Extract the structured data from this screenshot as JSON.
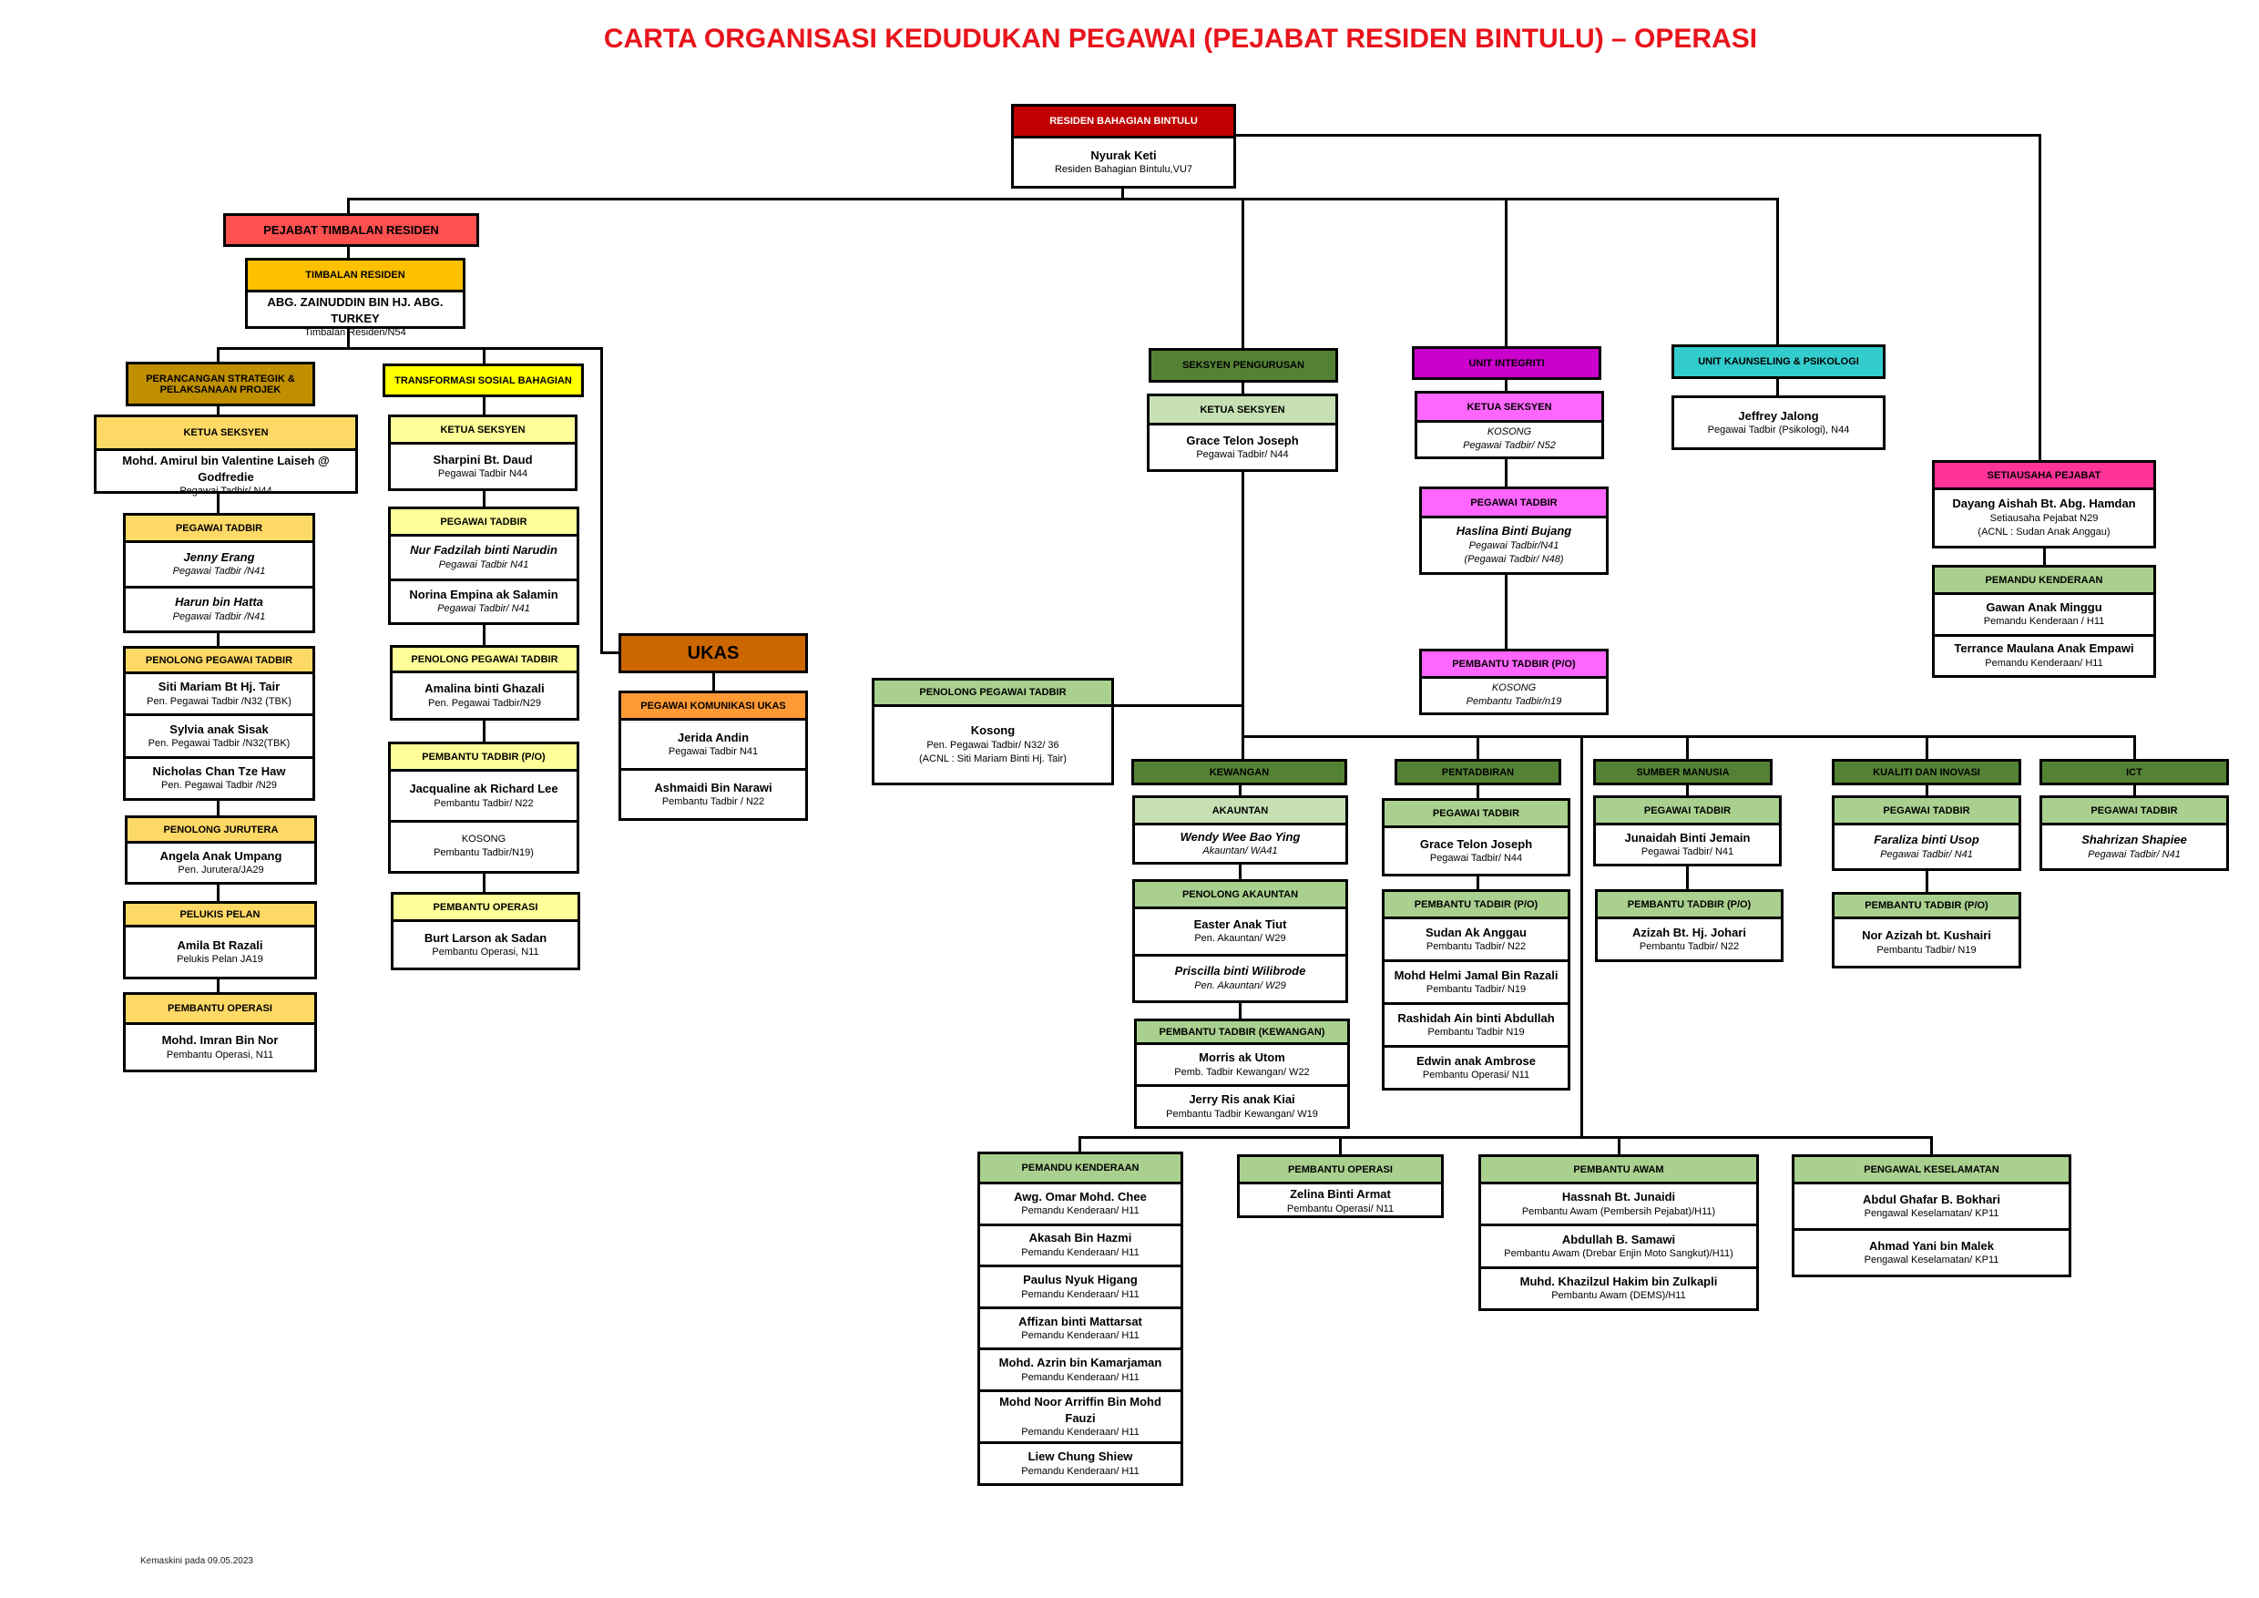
{
  "title": "CARTA ORGANISASI KEDUDUKAN PEGAWAI (PEJABAT RESIDEN BINTULU) – OPERASI",
  "footer": "Kemaskini pada 09.05.2023",
  "colors": {
    "title": "#e8141c",
    "resident": "#c00000",
    "pejabat_timbalan": "#ff5050",
    "timbalan": "#ffc000",
    "perancangan": "#bf8f00",
    "perancangan_sub": "#ffd966",
    "transformasi": "#ffff00",
    "transformasi_sub": "#ffff99",
    "ukas": "#cc6600",
    "ukas_sub": "#ff9933",
    "dept": "#548235",
    "green_sub": "#a9d08e",
    "akauntan": "#c6e0b4",
    "integriti": "#cc00cc",
    "integriti_sub": "#ff66ff",
    "kaunseling": "#33cccc",
    "setiausaha": "#ff3399"
  },
  "boxes": {
    "resident": {
      "header": "RESIDEN BAHAGIAN BINTULU",
      "color": "#c00000",
      "light": true,
      "people": [
        {
          "name": "Nyurak Keti",
          "title": "Residen Bahagian Bintulu,VU7"
        }
      ]
    },
    "pejabat_timbalan": {
      "header": "PEJABAT TIMBALAN RESIDEN",
      "color": "#ff5050",
      "people": []
    },
    "timbalan": {
      "header": "TIMBALAN RESIDEN",
      "color": "#ffc000",
      "people": [
        {
          "name": "ABG. ZAINUDDIN BIN HJ. ABG. TURKEY",
          "title": "Timbalan Residen/N54"
        }
      ]
    },
    "perancangan": {
      "header": "PERANCANGAN STRATEGIK & PELAKSANAAN PROJEK",
      "color": "#bf8f00",
      "people": []
    },
    "ps_ketua": {
      "header": "KETUA SEKSYEN",
      "color": "#ffd966",
      "people": [
        {
          "name": "Mohd. Amirul bin Valentine Laiseh @ Godfredie",
          "title": "Pegawai Tadbir/ N44"
        }
      ]
    },
    "ps_pt": {
      "header": "PEGAWAI TADBIR",
      "color": "#ffd966",
      "people": [
        {
          "name": "Jenny Erang",
          "title": "Pegawai Tadbir /N41",
          "em": "both"
        },
        {
          "name": "Harun bin Hatta",
          "title": "Pegawai Tadbir /N41",
          "em": "both"
        }
      ]
    },
    "ps_ppt": {
      "header": "PENOLONG PEGAWAI TADBIR",
      "color": "#ffd966",
      "people": [
        {
          "name": "Siti Mariam Bt Hj. Tair",
          "title": "Pen. Pegawai Tadbir /N32 (TBK)"
        },
        {
          "name": "Sylvia anak Sisak",
          "title": "Pen. Pegawai Tadbir /N32(TBK)"
        },
        {
          "name": "Nicholas Chan Tze Haw",
          "title": "Pen. Pegawai Tadbir /N29"
        }
      ]
    },
    "ps_pj": {
      "header": "PENOLONG JURUTERA",
      "color": "#ffd966",
      "people": [
        {
          "name": "Angela Anak Umpang",
          "title": "Pen. Jurutera/JA29"
        }
      ]
    },
    "ps_pp": {
      "header": "PELUKIS PELAN",
      "color": "#ffd966",
      "people": [
        {
          "name": "Amila Bt Razali",
          "title": "Pelukis Pelan JA19"
        }
      ]
    },
    "ps_po": {
      "header": "PEMBANTU OPERASI",
      "color": "#ffd966",
      "people": [
        {
          "name": "Mohd. Imran Bin Nor",
          "title": "Pembantu Operasi, N11"
        }
      ]
    },
    "transformasi": {
      "header": "TRANSFORMASI SOSIAL BAHAGIAN",
      "color": "#ffff00",
      "people": []
    },
    "ts_ketua": {
      "header": "KETUA SEKSYEN",
      "color": "#ffff99",
      "people": [
        {
          "name": "Sharpini Bt. Daud",
          "title": "Pegawai Tadbir N44"
        }
      ]
    },
    "ts_pt": {
      "header": "PEGAWAI TADBIR",
      "color": "#ffff99",
      "people": [
        {
          "name": "Nur Fadzilah binti Narudin",
          "title": "Pegawai Tadbir N41",
          "em": "both"
        },
        {
          "name": "Norina Empina ak Salamin",
          "title": "Pegawai Tadbir/ N41",
          "em": "title"
        }
      ]
    },
    "ts_ppt": {
      "header": "PENOLONG PEGAWAI TADBIR",
      "color": "#ffff99",
      "people": [
        {
          "name": "Amalina binti Ghazali",
          "title": "Pen. Pegawai Tadbir/N29"
        }
      ]
    },
    "ts_pbt": {
      "header": "PEMBANTU TADBIR (P/O)",
      "color": "#ffff99",
      "people": [
        {
          "name": "Jacqualine ak Richard Lee",
          "title": "Pembantu Tadbir/ N22"
        },
        {
          "name": "KOSONG",
          "title": "Pembantu Tadbir/N19)",
          "em": "plain"
        }
      ]
    },
    "ts_po": {
      "header": "PEMBANTU OPERASI",
      "color": "#ffff99",
      "people": [
        {
          "name": "Burt Larson ak Sadan",
          "title": "Pembantu Operasi, N11"
        }
      ]
    },
    "ukas": {
      "header": "UKAS",
      "color": "#cc6600",
      "people": []
    },
    "ukas_kom": {
      "header": "PEGAWAI KOMUNIKASI UKAS",
      "color": "#ff9933",
      "people": [
        {
          "name": "Jerida Andin",
          "title": "Pegawai Tadbir N41"
        },
        {
          "name": "Ashmaidi Bin Narawi",
          "title": "Pembantu Tadbir / N22"
        }
      ]
    },
    "ppt_kosong": {
      "header": "PENOLONG PEGAWAI TADBIR",
      "color": "#a9d08e",
      "people": [
        {
          "name": "Kosong",
          "title": "Pen. Pegawai Tadbir/ N32/ 36",
          "note": "(ACNL : Siti Mariam Binti Hj. Tair)"
        }
      ]
    },
    "pengurusan": {
      "header": "SEKSYEN PENGURUSAN",
      "color": "#548235",
      "people": []
    },
    "pg_ketua": {
      "header": "KETUA SEKSYEN",
      "color": "#c6e0b4",
      "people": [
        {
          "name": "Grace Telon Joseph",
          "title": "Pegawai Tadbir/ N44"
        }
      ]
    },
    "integriti": {
      "header": "UNIT INTEGRITI",
      "color": "#cc00cc",
      "people": []
    },
    "ui_ketua": {
      "header": "KETUA SEKSYEN",
      "color": "#ff66ff",
      "people": [
        {
          "name": "KOSONG",
          "title": "Pegawai Tadbir/ N52",
          "em": "plain-it"
        }
      ]
    },
    "ui_pt": {
      "header": "PEGAWAI TADBIR",
      "color": "#ff66ff",
      "people": [
        {
          "name": "Haslina Binti Bujang",
          "title": "Pegawai Tadbir/N41",
          "note": "(Pegawai Tadbir/ N48)",
          "em": "both"
        }
      ]
    },
    "ui_pbt": {
      "header": "PEMBANTU TADBIR (P/O)",
      "color": "#ff66ff",
      "people": [
        {
          "name": "KOSONG",
          "title": "Pembantu Tadbir/n19",
          "em": "plain-it"
        }
      ]
    },
    "kaunseling": {
      "header": "UNIT KAUNSELING & PSIKOLOGI",
      "color": "#33cccc",
      "people": []
    },
    "uk_person": {
      "people": [
        {
          "name": "Jeffrey Jalong",
          "title": "Pegawai Tadbir (Psikologi), N44"
        }
      ]
    },
    "setiausaha": {
      "header": "SETIAUSAHA PEJABAT",
      "color": "#ff3399",
      "people": [
        {
          "name": "Dayang Aishah Bt. Abg. Hamdan",
          "title": "Setiausaha Pejabat N29",
          "note": "(ACNL : Sudan Anak Anggau)"
        }
      ]
    },
    "sp_pemandu": {
      "header": "PEMANDU KENDERAAN",
      "color": "#a9d08e",
      "people": [
        {
          "name": "Gawan Anak Minggu",
          "title": "Pemandu Kenderaan / H11"
        },
        {
          "name": "Terrance Maulana Anak Empawi",
          "title": "Pemandu Kenderaan/ H11"
        }
      ]
    },
    "kewangan": {
      "header": "KEWANGAN",
      "color": "#548235",
      "people": []
    },
    "pentadbiran": {
      "header": "PENTADBIRAN",
      "color": "#548235",
      "people": []
    },
    "sumber_manusia": {
      "header": "SUMBER MANUSIA",
      "color": "#548235",
      "people": []
    },
    "kualiti": {
      "header": "KUALITI DAN INOVASI",
      "color": "#548235",
      "people": []
    },
    "ict": {
      "header": "ICT",
      "color": "#548235",
      "people": []
    },
    "kw_akauntan": {
      "header": "AKAUNTAN",
      "color": "#c6e0b4",
      "people": [
        {
          "name": "Wendy Wee Bao Ying",
          "title": "Akauntan/ WA41",
          "em": "both"
        }
      ]
    },
    "kw_pa": {
      "header": "PENOLONG AKAUNTAN",
      "color": "#a9d08e",
      "people": [
        {
          "name": "Easter Anak Tiut",
          "title": "Pen. Akauntan/ W29"
        },
        {
          "name": "Priscilla binti Wilibrode",
          "title": "Pen. Akauntan/ W29",
          "em": "both"
        }
      ]
    },
    "kw_pbt": {
      "header": "PEMBANTU TADBIR (KEWANGAN)",
      "color": "#a9d08e",
      "people": [
        {
          "name": "Morris ak Utom",
          "title": "Pemb. Tadbir Kewangan/ W22"
        },
        {
          "name": "Jerry Ris anak Kiai",
          "title": "Pembantu Tadbir Kewangan/ W19"
        }
      ]
    },
    "pt_pt": {
      "header": "PEGAWAI TADBIR",
      "color": "#a9d08e",
      "people": [
        {
          "name": "Grace Telon Joseph",
          "title": "Pegawai Tadbir/ N44"
        }
      ]
    },
    "pt_pbt": {
      "header": "PEMBANTU TADBIR (P/O)",
      "color": "#a9d08e",
      "people": [
        {
          "name": "Sudan Ak Anggau",
          "title": "Pembantu Tadbir/ N22"
        },
        {
          "name": "Mohd Helmi Jamal Bin Razali",
          "title": "Pembantu Tadbir/ N19"
        },
        {
          "name": "Rashidah Ain binti Abdullah",
          "title": "Pembantu Tadbir N19"
        },
        {
          "name": "Edwin anak Ambrose",
          "title": "Pembantu Operasi/ N11"
        }
      ]
    },
    "sm_pt": {
      "header": "PEGAWAI TADBIR",
      "color": "#a9d08e",
      "people": [
        {
          "name": "Junaidah Binti Jemain",
          "title": "Pegawai Tadbir/ N41"
        }
      ]
    },
    "sm_pbt": {
      "header": "PEMBANTU TADBIR (P/O)",
      "color": "#a9d08e",
      "people": [
        {
          "name": "Azizah Bt. Hj. Johari",
          "title": "Pembantu Tadbir/ N22"
        }
      ]
    },
    "ki_pt": {
      "header": "PEGAWAI TADBIR",
      "color": "#a9d08e",
      "people": [
        {
          "name": "Faraliza binti Usop",
          "title": "Pegawai Tadbir/ N41",
          "em": "both"
        }
      ]
    },
    "ki_pbt": {
      "header": "PEMBANTU TADBIR (P/O)",
      "color": "#a9d08e",
      "people": [
        {
          "name": "Nor Azizah bt. Kushairi",
          "title": "Pembantu Tadbir/ N19"
        }
      ]
    },
    "ict_pt": {
      "header": "PEGAWAI TADBIR",
      "color": "#a9d08e",
      "people": [
        {
          "name": "Shahrizan Shapiee",
          "title": "Pegawai Tadbir/ N41",
          "em": "both"
        }
      ]
    },
    "b_pemandu": {
      "header": "PEMANDU KENDERAAN",
      "color": "#a9d08e",
      "people": [
        {
          "name": "Awg. Omar Mohd. Chee",
          "title": "Pemandu Kenderaan/ H11"
        },
        {
          "name": "Akasah Bin Hazmi",
          "title": "Pemandu Kenderaan/ H11"
        },
        {
          "name": "Paulus Nyuk Higang",
          "title": "Pemandu Kenderaan/ H11"
        },
        {
          "name": "Affizan binti Mattarsat",
          "title": "Pemandu Kenderaan/ H11"
        },
        {
          "name": "Mohd. Azrin bin Kamarjaman",
          "title": "Pemandu Kenderaan/ H11"
        },
        {
          "name": "Mohd Noor Arriffin Bin Mohd Fauzi",
          "title": "Pemandu Kenderaan/ H11"
        },
        {
          "name": "Liew Chung Shiew",
          "title": "Pemandu Kenderaan/ H11"
        }
      ]
    },
    "b_operasi": {
      "header": "PEMBANTU OPERASI",
      "color": "#a9d08e",
      "people": [
        {
          "name": "Zelina Binti Armat",
          "title": "Pembantu Operasi/ N11"
        }
      ]
    },
    "b_awam": {
      "header": "PEMBANTU AWAM",
      "color": "#a9d08e",
      "people": [
        {
          "name": "Hassnah Bt. Junaidi",
          "title": "Pembantu Awam (Pembersih Pejabat)/H11)"
        },
        {
          "name": "Abdullah B. Samawi",
          "title": "Pembantu Awam (Drebar Enjin Moto Sangkut)/H11)"
        },
        {
          "name": "Muhd. Khazilzul Hakim bin Zulkapli",
          "title": "Pembantu Awam (DEMS)/H11"
        }
      ]
    },
    "b_pengawal": {
      "header": "PENGAWAL KESELAMATAN",
      "color": "#a9d08e",
      "people": [
        {
          "name": "Abdul Ghafar B. Bokhari",
          "title": "Pengawal Keselamatan/ KP11"
        },
        {
          "name": "Ahmad Yani bin Malek",
          "title": "Pengawal Keselamatan/ KP11"
        }
      ]
    }
  }
}
